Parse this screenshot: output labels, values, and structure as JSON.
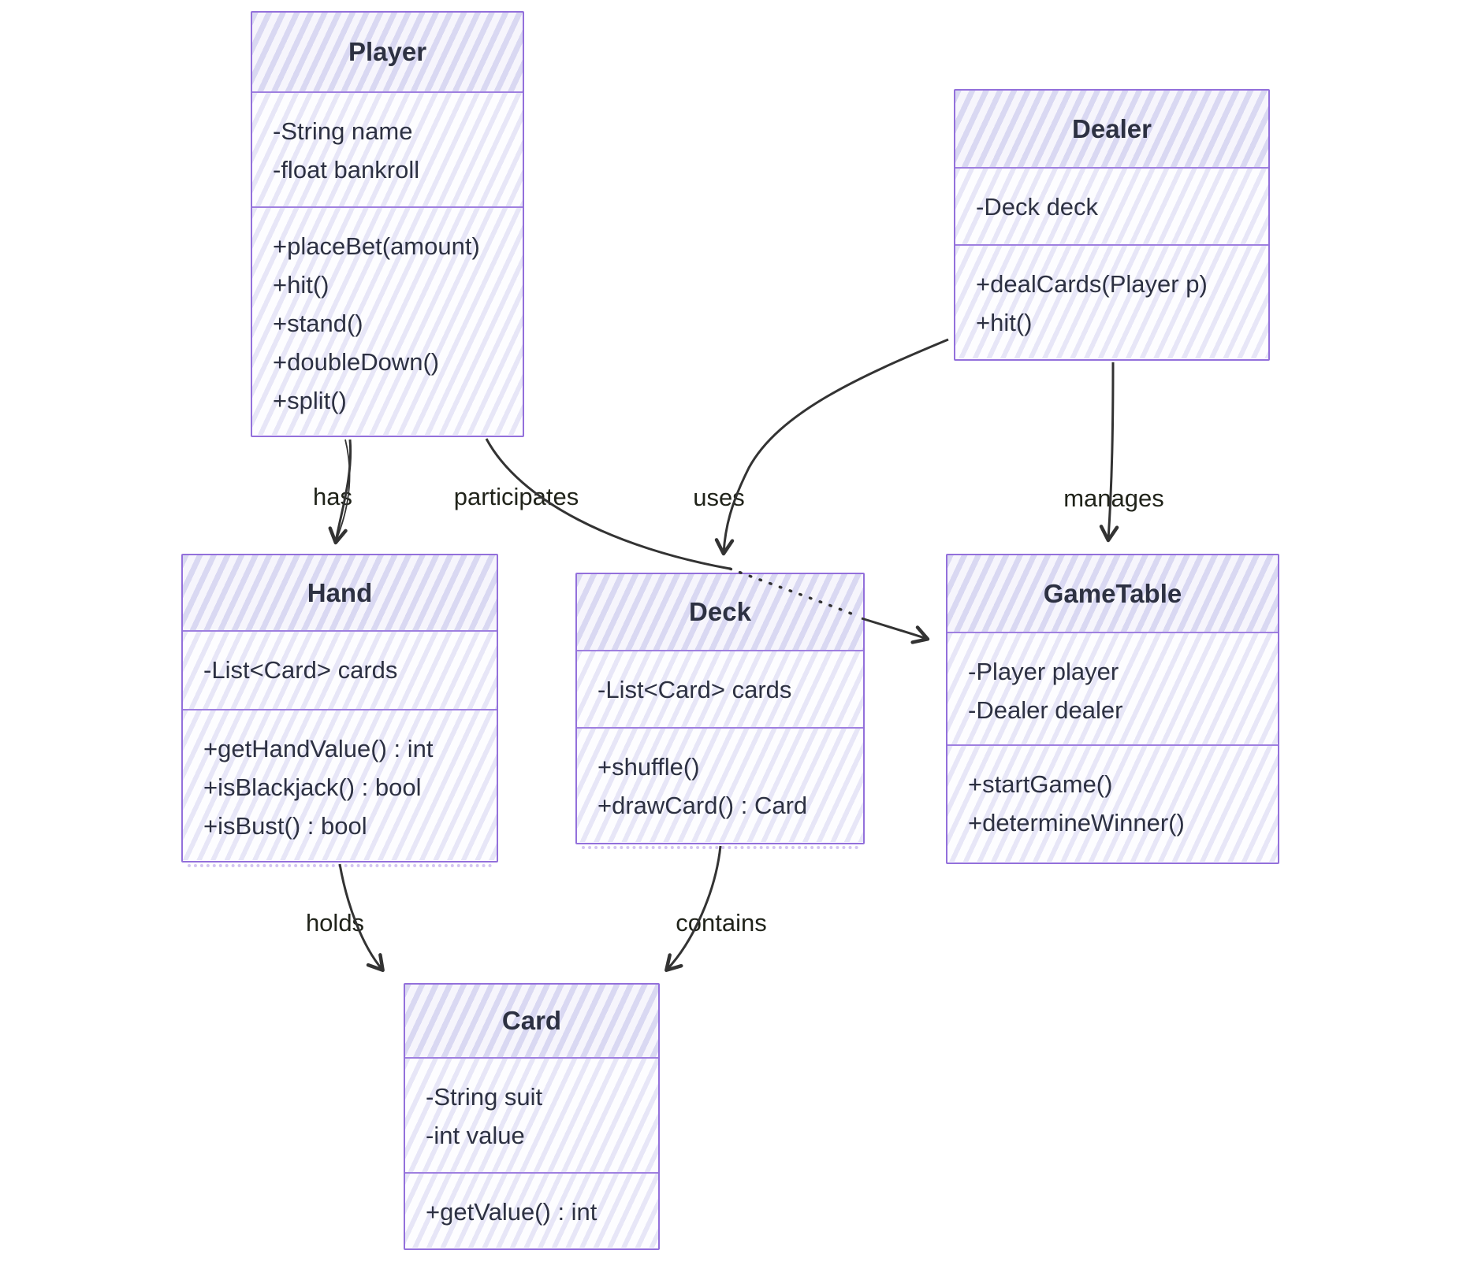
{
  "diagram_title": "Blackjack UML class diagram",
  "colors": {
    "node_border": "#9370DB",
    "node_fill_stripe": "#e7e6f7",
    "title_fill_stripe": "#d9d8f2",
    "text": "#2d3142",
    "edge": "#333333"
  },
  "classes": {
    "player": {
      "name": "Player",
      "attributes": [
        "-String name",
        "-float bankroll"
      ],
      "methods": [
        "+placeBet(amount)",
        "+hit()",
        "+stand()",
        "+doubleDown()",
        "+split()"
      ]
    },
    "dealer": {
      "name": "Dealer",
      "attributes": [
        "-Deck deck"
      ],
      "methods": [
        "+dealCards(Player p)",
        "+hit()"
      ]
    },
    "hand": {
      "name": "Hand",
      "attributes": [
        "-List<Card> cards"
      ],
      "methods": [
        "+getHandValue() : int",
        "+isBlackjack() : bool",
        "+isBust() : bool"
      ]
    },
    "deck": {
      "name": "Deck",
      "attributes": [
        "-List<Card> cards"
      ],
      "methods": [
        "+shuffle()",
        "+drawCard() : Card"
      ]
    },
    "gametable": {
      "name": "GameTable",
      "attributes": [
        "-Player player",
        "-Dealer dealer"
      ],
      "methods": [
        "+startGame()",
        "+determineWinner()"
      ]
    },
    "card": {
      "name": "Card",
      "attributes": [
        "-String suit",
        "-int value"
      ],
      "methods": [
        "+getValue() : int"
      ]
    }
  },
  "relationships": [
    {
      "from": "Player",
      "to": "Hand",
      "label": "has"
    },
    {
      "from": "Player",
      "to": "GameTable",
      "label": "participates"
    },
    {
      "from": "Dealer",
      "to": "Deck",
      "label": "uses"
    },
    {
      "from": "Dealer",
      "to": "GameTable",
      "label": "manages"
    },
    {
      "from": "Hand",
      "to": "Card",
      "label": "holds"
    },
    {
      "from": "Deck",
      "to": "Card",
      "label": "contains"
    }
  ]
}
